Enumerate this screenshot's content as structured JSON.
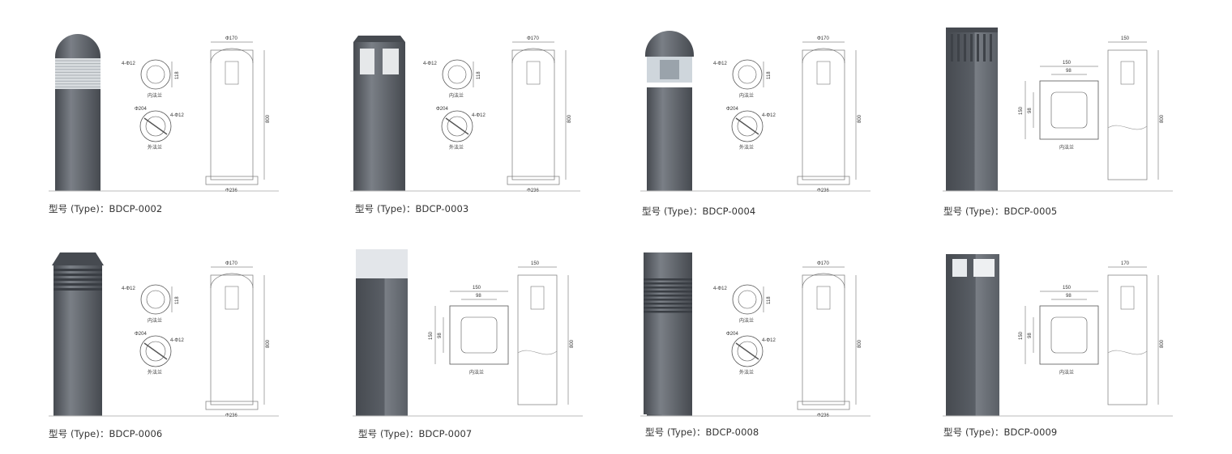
{
  "products": [
    {
      "caption": "型号 (Type)：BDCP-0002",
      "style": "dome-striped",
      "labels": {
        "width": "Φ170",
        "height": "800",
        "base": "Φ236",
        "holes": "4-Φ12",
        "pcd": "118",
        "outer": "Φ204",
        "inner_flange": "内法兰",
        "outer_flange": "外法兰"
      }
    },
    {
      "caption": "型号 (Type)：BDCP-0003",
      "style": "cone-windows",
      "labels": {
        "width": "Φ170",
        "height": "800",
        "base": "Φ236",
        "holes": "4-Φ12",
        "pcd": "118",
        "outer": "Φ204",
        "inner_flange": "内法兰",
        "outer_flange": "外法兰"
      }
    },
    {
      "caption": "型号 (Type)：BDCP-0004",
      "style": "dome-glass",
      "labels": {
        "width": "Φ170",
        "height": "800",
        "base": "Φ236",
        "holes": "4-Φ12",
        "pcd": "118",
        "outer": "Φ204",
        "inner_flange": "内法兰",
        "outer_flange": "外法兰"
      }
    },
    {
      "caption": "型号 (Type)：BDCP-0005",
      "style": "square-slotted",
      "labels": {
        "width": "150",
        "height": "800",
        "inner_w": "98",
        "inner_flange": "内法兰"
      }
    },
    {
      "caption": "型号 (Type)：BDCP-0006",
      "style": "cone-louvre",
      "labels": {
        "width": "Φ170",
        "height": "800",
        "base": "Φ236",
        "holes": "4-Φ12",
        "pcd": "118",
        "outer": "Φ204",
        "inner_flange": "内法兰",
        "outer_flange": "外法兰"
      }
    },
    {
      "caption": "型号 (Type)：BDCP-0007",
      "style": "square-white",
      "labels": {
        "width": "150",
        "height": "800",
        "inner_w": "98",
        "inner_flange": "内法兰"
      }
    },
    {
      "caption": "型号 (Type)：BDCP-0008",
      "style": "flat-louvre",
      "labels": {
        "width": "Φ170",
        "height": "800",
        "base": "Φ236",
        "holes": "4-Φ12",
        "pcd": "118",
        "outer": "Φ204",
        "inner_flange": "内法兰",
        "outer_flange": "外法兰"
      }
    },
    {
      "caption": "型号 (Type)：BDCP-0009",
      "style": "square-lantern",
      "labels": {
        "width": "170",
        "height": "800",
        "inner_w": "98",
        "outer_w": "150",
        "inner_flange": "内法兰"
      }
    }
  ],
  "colors": {
    "pole": "#5a5f66",
    "pole_light": "#7a7f86",
    "pole_dark": "#464a50",
    "line": "#555555",
    "text": "#333333"
  }
}
